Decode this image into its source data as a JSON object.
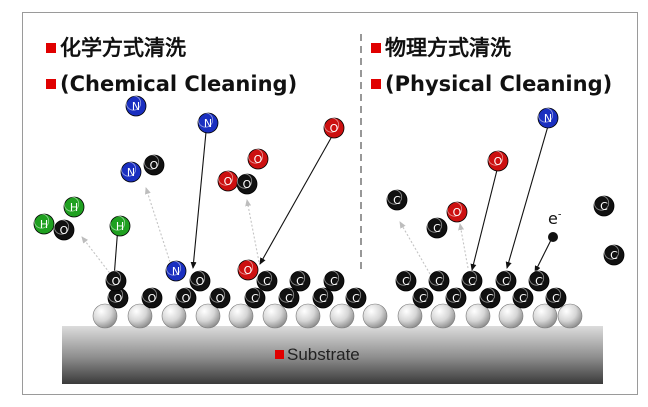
{
  "left_panel": {
    "title_cn": "化学方式清洗",
    "title_en": "(Chemical Cleaning)"
  },
  "right_panel": {
    "title_cn": "物理方式清洗",
    "title_en": "(Physical Cleaning)"
  },
  "substrate_label": "Substrate",
  "electron_label": "e",
  "electron_charge": "-",
  "atom_labels": {
    "carbon": "C",
    "oxygen": "O",
    "nitrogen": "N",
    "hydrogen": "H"
  },
  "colors": {
    "bullet": "#e00000",
    "carbon": "#111111",
    "oxygen_surface": "#111111",
    "oxygen_free": "#cc1010",
    "nitrogen": "#1a2fc0",
    "hydrogen": "#1fa020",
    "substrate_top": "#d8d8d8",
    "substrate_bottom": "#3a3a3a",
    "divider": "#777777"
  }
}
